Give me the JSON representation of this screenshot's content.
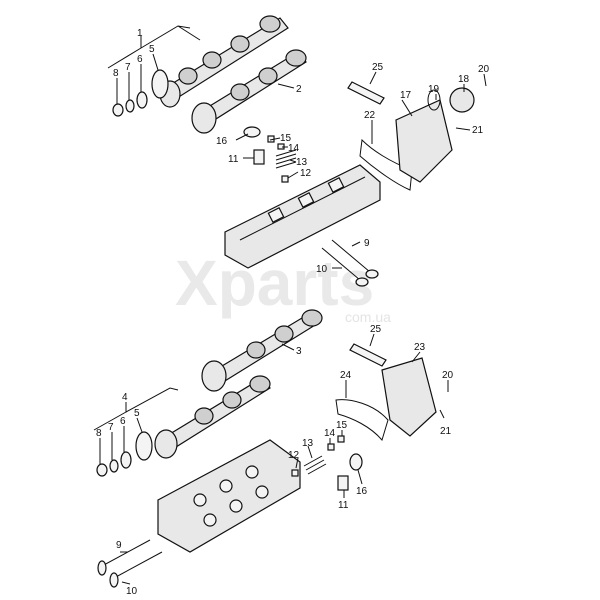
{
  "watermark": {
    "brand": "Xparts",
    "domain": "com.ua"
  },
  "callouts_upper": {
    "c1": "1",
    "c2": "2",
    "c5": "5",
    "c6": "6",
    "c7": "7",
    "c8": "8",
    "c9": "9",
    "c10": "10",
    "c11": "11",
    "c12": "12",
    "c13": "13",
    "c14": "14",
    "c15": "15",
    "c16": "16",
    "c17": "17",
    "c18": "18",
    "c19": "19",
    "c20": "20",
    "c21": "21",
    "c22": "22",
    "c25": "25"
  },
  "callouts_lower": {
    "c3": "3",
    "c4": "4",
    "c5": "5",
    "c6": "6",
    "c7": "7",
    "c8": "8",
    "c9": "9",
    "c10": "10",
    "c11": "11",
    "c12": "12",
    "c13": "13",
    "c14": "14",
    "c15": "15",
    "c16": "16",
    "c20": "20",
    "c21": "21",
    "c23": "23",
    "c24": "24",
    "c25": "25"
  }
}
